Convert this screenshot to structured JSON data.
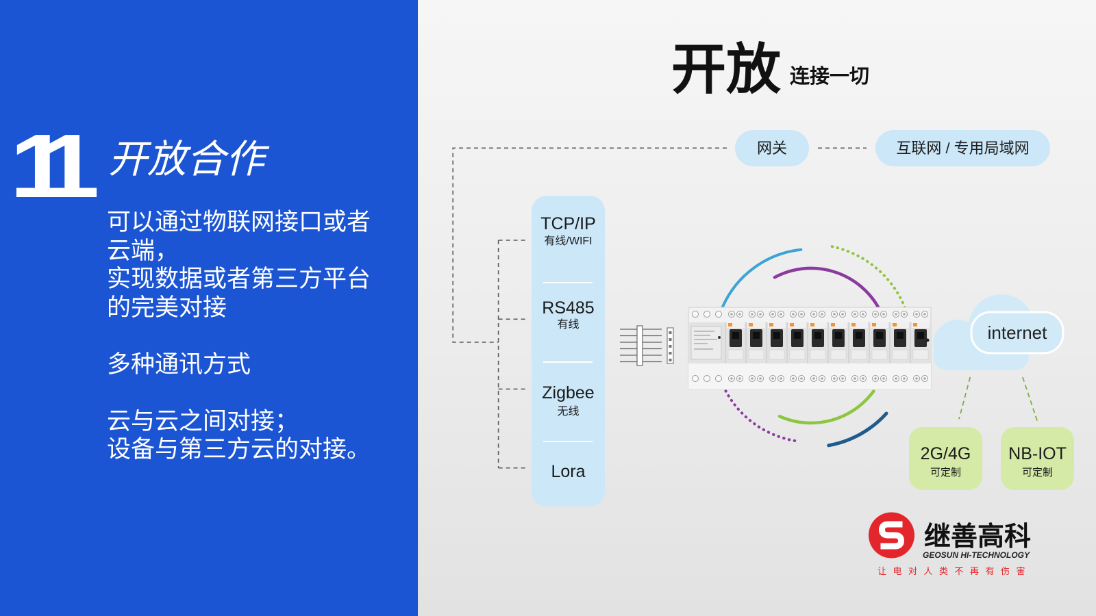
{
  "left_panel": {
    "section_number": "11",
    "heading": "开放合作",
    "body": {
      "paragraph_1": [
        "可以通过物联网接口或者",
        "云端，",
        "实现数据或者第三方平台",
        "的完美对接"
      ],
      "paragraph_2": [
        "多种通讯方式"
      ],
      "paragraph_3": [
        "云与云之间对接；",
        "设备与第三方云的对接。"
      ]
    }
  },
  "title": {
    "main": "开放",
    "sub": "连接一切"
  },
  "network": {
    "gateway": "网关",
    "internet_lan": "互联网 / 专用局域网"
  },
  "protocols": [
    {
      "name": "TCP/IP",
      "type": "有线/WIFI"
    },
    {
      "name": "RS485",
      "type": "有线"
    },
    {
      "name": "Zigbee",
      "type": "无线"
    },
    {
      "name": "Lora"
    }
  ],
  "cloud": {
    "label": "internet"
  },
  "modules": [
    {
      "name": "2G/4G",
      "note": "可定制"
    },
    {
      "name": "NB-IOT",
      "note": "可定制"
    }
  ],
  "logo": {
    "name": "继善高科",
    "english": "GEOSUN HI-TECHNOLOGY",
    "slogan": "让电对人类不再有伤害"
  },
  "icons": {
    "connector": "connector-icon",
    "device": "circuit-breaker-icon",
    "cloud": "cloud-icon",
    "logo": "logo-s-icon"
  },
  "colors": {
    "panel_blue": "#1b55d3",
    "pill_blue": "#cbe7f8",
    "cloud_blue": "#d2eaf8",
    "pill_green": "#d4eaa6",
    "arc_blue": "#3ba3d6",
    "arc_purple": "#8b3a9e",
    "arc_green": "#8cc63e",
    "arc_dark_blue": "#1f5b8d",
    "logo_red": "#e3262b"
  }
}
